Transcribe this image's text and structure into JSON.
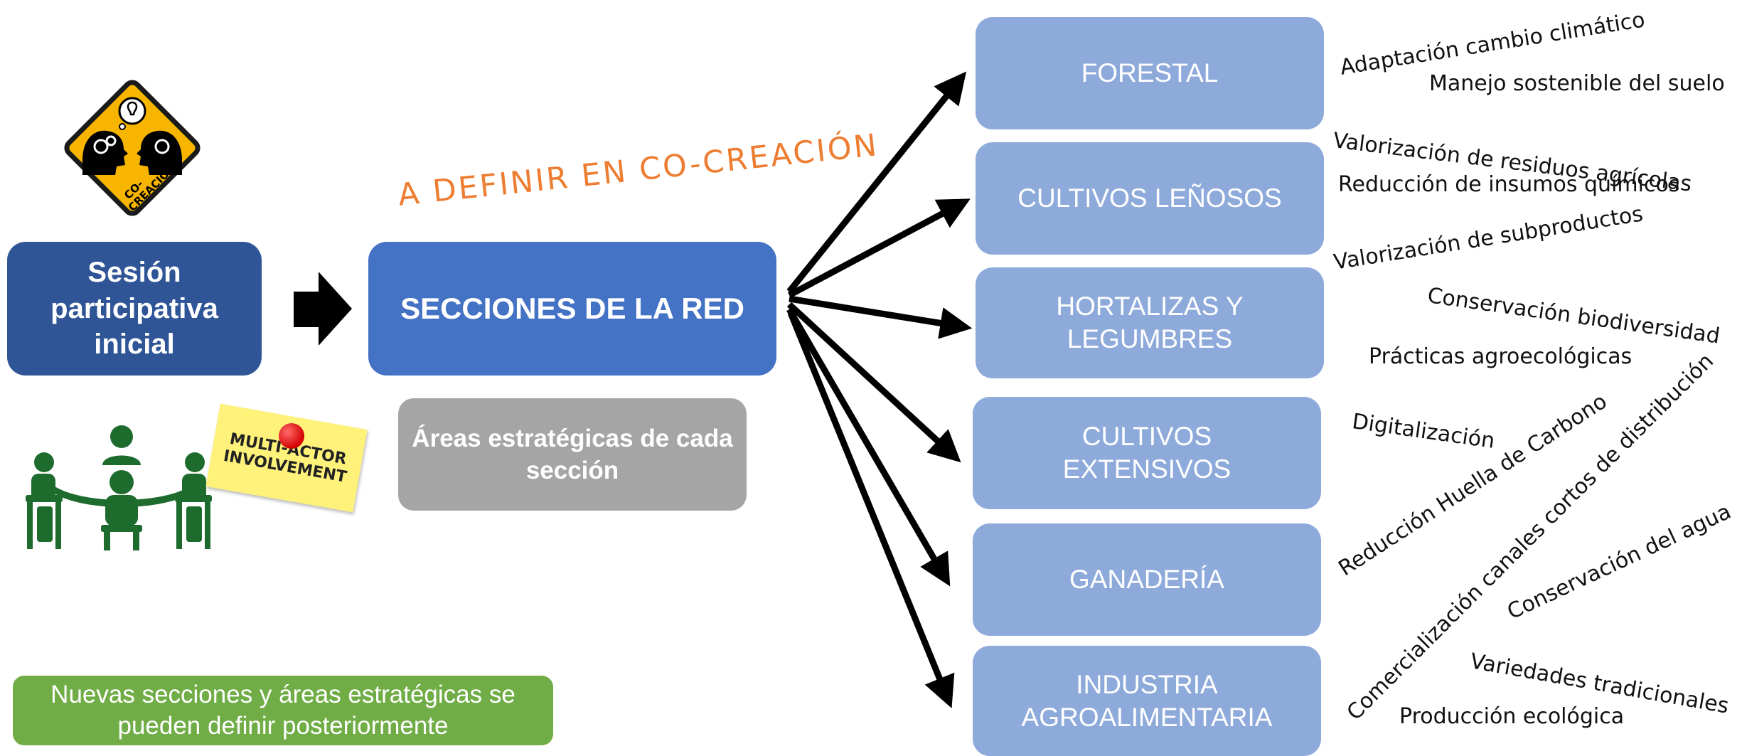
{
  "start_box": "Sesión participativa inicial",
  "center_box": "SECCIONES DE LA RED",
  "areas_box": "Áreas estratégicas de cada sección",
  "cocreation_banner": "A DEFINIR EN CO-CREACIÓN",
  "note_box": "Nuevas secciones y áreas estratégicas se pueden definir posteriormente",
  "co_creation_sign_text": "CO-\nCREACIÓN",
  "multi_actor_note": "MULTI-ACTOR INVOLVEMENT",
  "sections": [
    "FORESTAL",
    "CULTIVOS LEÑOSOS",
    "HORTALIZAS Y LEGUMBRES",
    "CULTIVOS EXTENSIVOS",
    "GANADERÍA",
    "INDUSTRIA AGROALIMENTARIA"
  ],
  "strategic_areas": [
    "Adaptación cambio climático",
    "Manejo sostenible del suelo",
    "Valorización de residuos agrícolas",
    "Reducción de insumos químicos",
    "Valorización de subproductos",
    "Conservación biodiversidad",
    "Prácticas agroecológicas",
    "Digitalización",
    "Reducción Huella de Carbono",
    "Comercialización canales cortos de distribución",
    "Conservación del agua",
    "Variedades tradicionales",
    "Producción ecológica"
  ],
  "colors": {
    "start": "#2f5597",
    "center": "#4472c4",
    "sections": "#8eaadb",
    "areas": "#a5a5a5",
    "note": "#70ad47",
    "banner": "#ed7d31",
    "sign": "#f7b500",
    "people": "#1e6b2e"
  }
}
